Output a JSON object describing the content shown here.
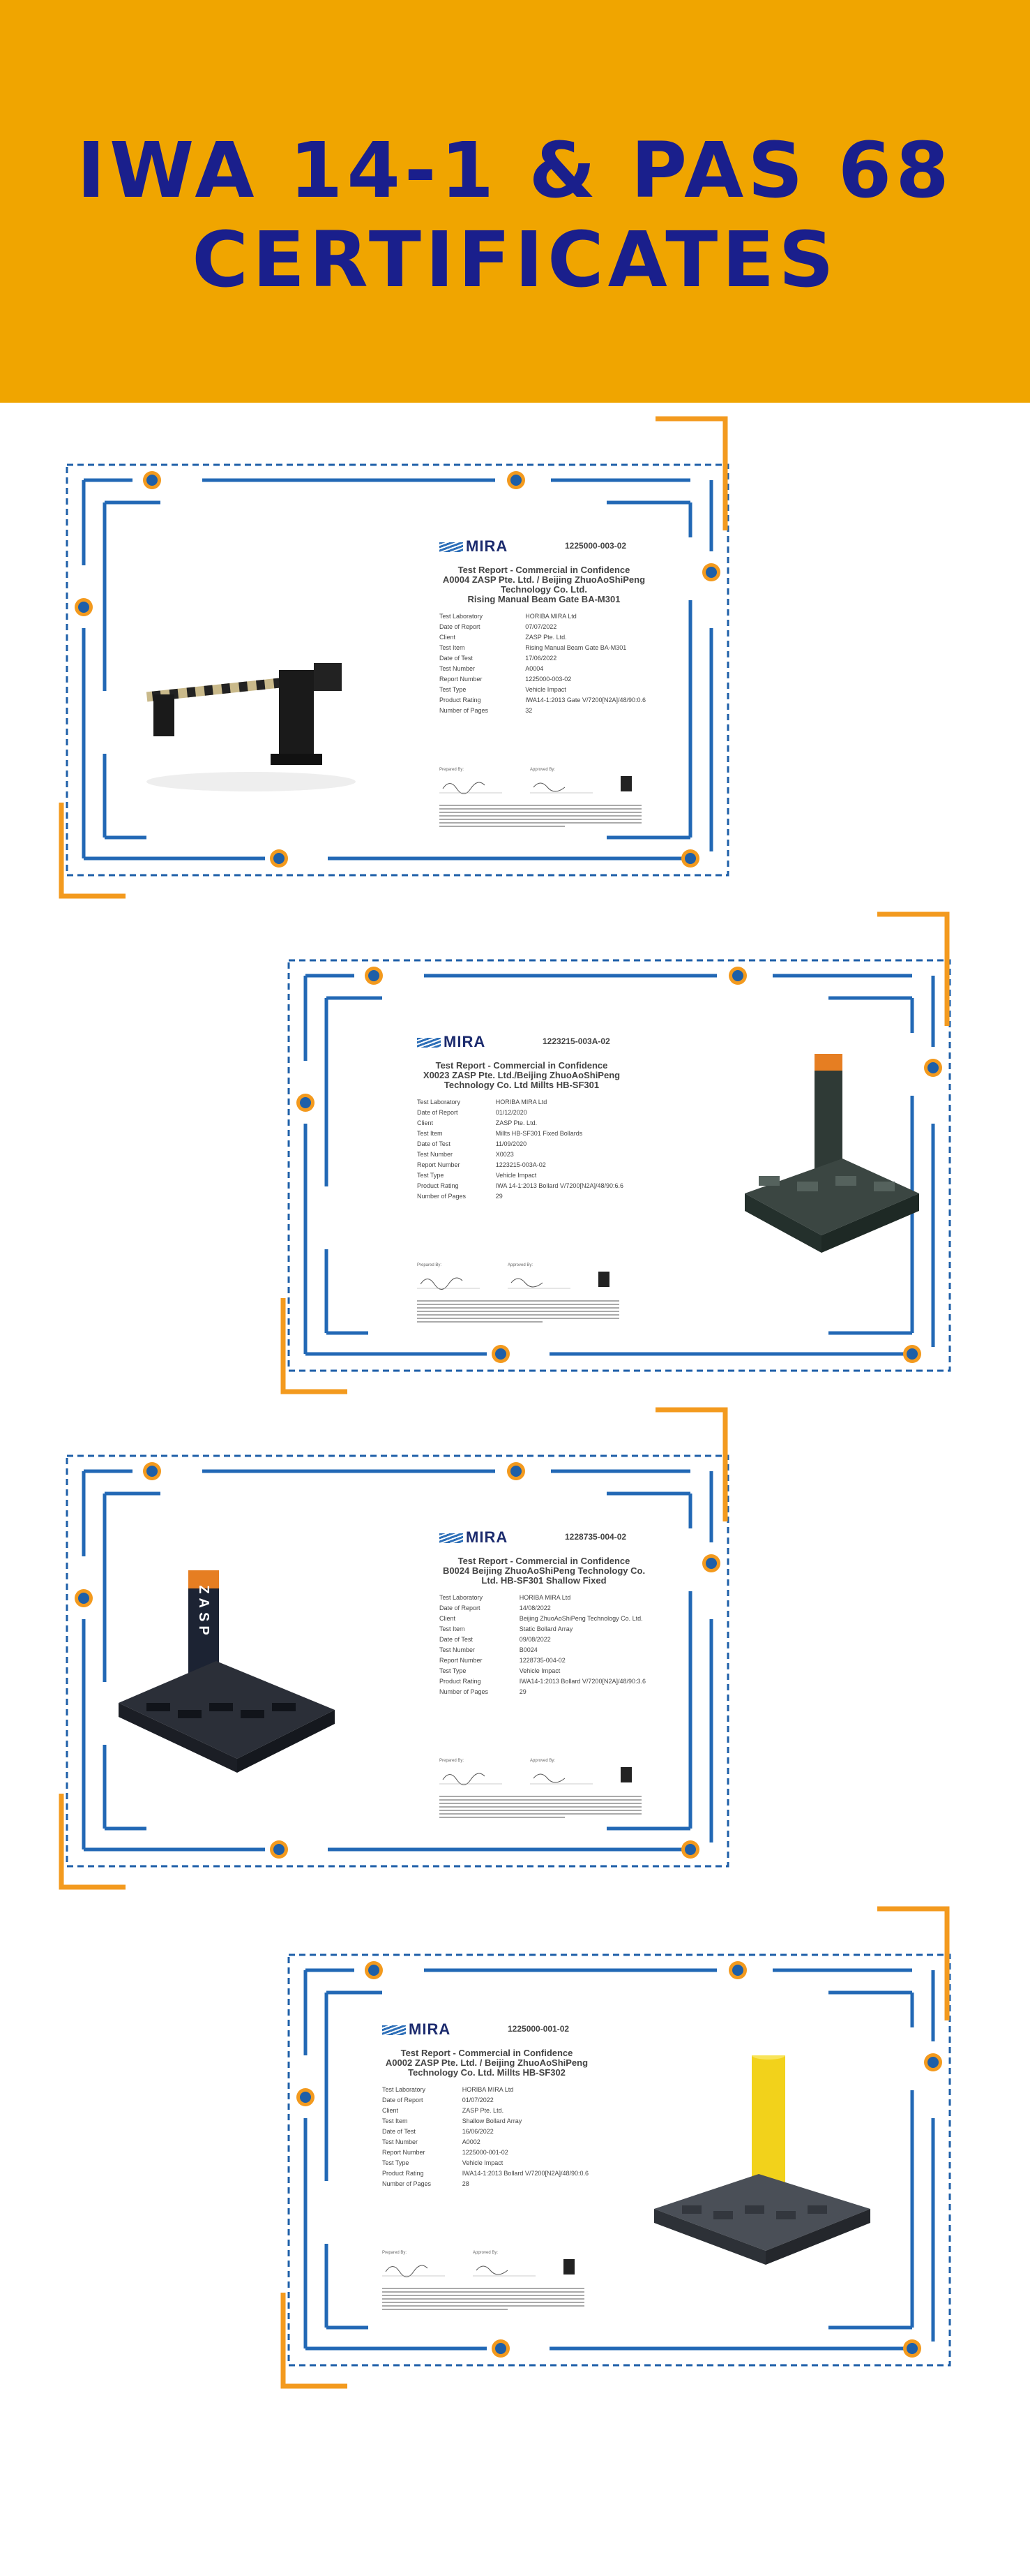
{
  "banner": {
    "title_line1": "IWA 14-1 & PAS 68",
    "title_line2": "CERTIFICATES",
    "color": "#f0a500",
    "title_color": "#1a1f8c"
  },
  "frame_colors": {
    "dashed": "#1e5fa8",
    "lines": "#2268b5",
    "bracket": "#f39a1e",
    "dot": "#f39a1e"
  },
  "certificates": [
    {
      "logo": "MIRA",
      "number": "1225000-003-02",
      "title_lines": [
        "Test Report - Commercial in Confidence",
        "A0004 ZASP Pte. Ltd. / Beijing ZhuoAoShiPeng",
        "Technology Co. Ltd.",
        "Rising Manual Beam Gate BA-M301"
      ],
      "rows": [
        [
          "Test Laboratory",
          "HORIBA MIRA Ltd"
        ],
        [
          "Date of Report",
          "07/07/2022"
        ],
        [
          "Client",
          "ZASP Pte. Ltd."
        ],
        [
          "Test Item",
          "Rising Manual Beam Gate BA-M301"
        ],
        [
          "Date of Test",
          "17/06/2022"
        ],
        [
          "Test Number",
          "A0004"
        ],
        [
          "Report Number",
          "1225000-003-02"
        ],
        [
          "Test Type",
          "Vehicle Impact"
        ],
        [
          "Product Rating",
          "IWA14-1:2013 Gate V/7200[N2A]/48/90:0.6"
        ],
        [
          "Number of Pages",
          "32"
        ]
      ],
      "product": "Rising manual beam gate"
    },
    {
      "logo": "MIRA",
      "number": "1223215-003A-02",
      "title_lines": [
        "Test Report - Commercial in Confidence",
        "X0023 ZASP Pte. Ltd./Beijing ZhuoAoShiPeng",
        "Technology Co. Ltd Millts HB-SF301"
      ],
      "rows": [
        [
          "Test Laboratory",
          "HORIBA MIRA Ltd"
        ],
        [
          "Date of Report",
          "01/12/2020"
        ],
        [
          "Client",
          "ZASP Pte. Ltd."
        ],
        [
          "Test Item",
          "Millts HB-SF301 Fixed Bollards"
        ],
        [
          "Date of Test",
          "11/09/2020"
        ],
        [
          "Test Number",
          "X0023"
        ],
        [
          "Report Number",
          "1223215-003A-02"
        ],
        [
          "Test Type",
          "Vehicle Impact"
        ],
        [
          "Product Rating",
          "IWA 14-1:2013 Bollard V/7200[N2A]/48/90:6.6"
        ],
        [
          "Number of Pages",
          "29"
        ]
      ],
      "product": "Fixed bollard"
    },
    {
      "logo": "MIRA",
      "number": "1228735-004-02",
      "title_lines": [
        "Test Report - Commercial in Confidence",
        "B0024 Beijing ZhuoAoShiPeng Technology Co.",
        "Ltd. HB-SF301 Shallow Fixed"
      ],
      "rows": [
        [
          "Test Laboratory",
          "HORIBA MIRA Ltd"
        ],
        [
          "Date of Report",
          "14/08/2022"
        ],
        [
          "Client",
          "Beijing ZhuoAoShiPeng Technology Co. Ltd."
        ],
        [
          "Test Item",
          "Static Bollard Array"
        ],
        [
          "Date of Test",
          "09/08/2022"
        ],
        [
          "Test Number",
          "B0024"
        ],
        [
          "Report Number",
          "1228735-004-02"
        ],
        [
          "Test Type",
          "Vehicle Impact"
        ],
        [
          "Product Rating",
          "IWA14-1:2013 Bollard V/7200[N2A]/48/90:3.6"
        ],
        [
          "Number of Pages",
          "29"
        ]
      ],
      "product": "Shallow fixed bollard",
      "bollard_text": "ZASP"
    },
    {
      "logo": "MIRA",
      "number": "1225000-001-02",
      "title_lines": [
        "Test Report - Commercial in Confidence",
        "A0002 ZASP Pte. Ltd. / Beijing ZhuoAoShiPeng",
        "Technology Co. Ltd. Millts HB-SF302"
      ],
      "rows": [
        [
          "Test Laboratory",
          "HORIBA MIRA Ltd"
        ],
        [
          "Date of Report",
          "01/07/2022"
        ],
        [
          "Client",
          "ZASP Pte. Ltd."
        ],
        [
          "Test Item",
          "Shallow Bollard Array"
        ],
        [
          "Date of Test",
          "16/06/2022"
        ],
        [
          "Test Number",
          "A0002"
        ],
        [
          "Report Number",
          "1225000-001-02"
        ],
        [
          "Test Type",
          "Vehicle Impact"
        ],
        [
          "Product Rating",
          "IWA14-1:2013 Bollard V/7200[N2A]/48/90:0.6"
        ],
        [
          "Number of Pages",
          "28"
        ]
      ],
      "product": "Shallow yellow bollard"
    }
  ],
  "signature_labels": [
    "Prepared By:",
    "Approved By:"
  ]
}
